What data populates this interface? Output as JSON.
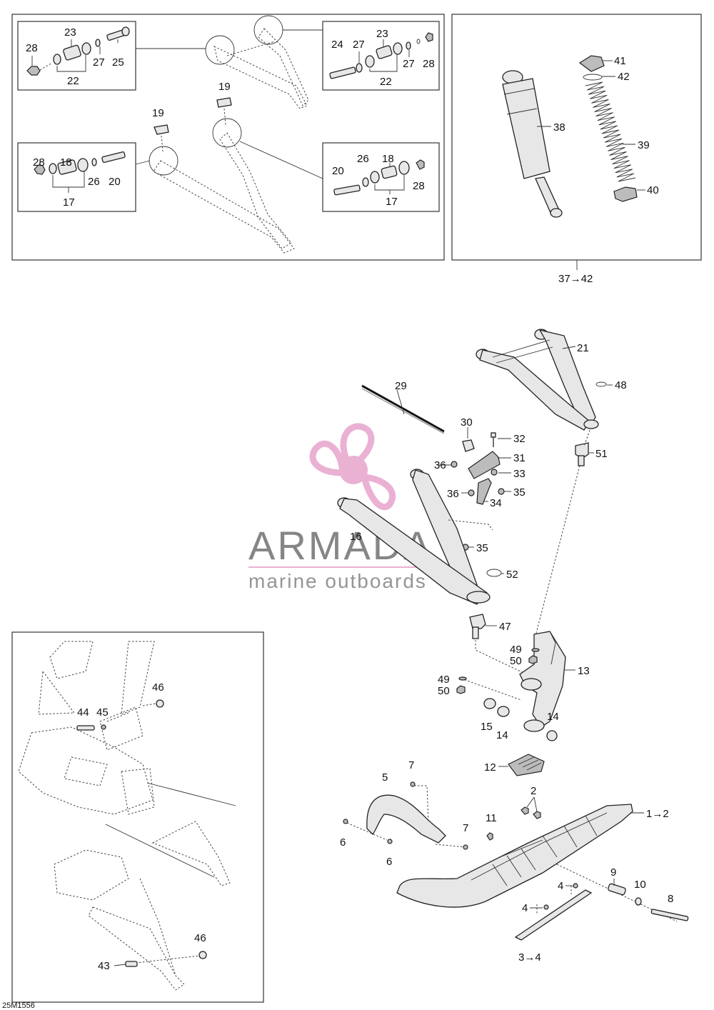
{
  "callouts": {
    "c1_2": "1→2",
    "c2": "2",
    "c3_4": "3→4",
    "c4a": "4",
    "c4b": "4",
    "c5": "5",
    "c6a": "6",
    "c6b": "6",
    "c7a": "7",
    "c7b": "7",
    "c8": "8",
    "c9": "9",
    "c10": "10",
    "c11": "11",
    "c12": "12",
    "c13": "13",
    "c14a": "14",
    "c14b": "14",
    "c15": "15",
    "c16": "16",
    "c17a": "17",
    "c17b": "17",
    "c18a": "18",
    "c18b": "18",
    "c19a": "19",
    "c19b": "19",
    "c20a": "20",
    "c20b": "20",
    "c21": "21",
    "c22a": "22",
    "c22b": "22",
    "c23a": "23",
    "c23b": "23",
    "c24": "24",
    "c25": "25",
    "c26a": "26",
    "c26b": "26",
    "c27a": "27",
    "c27b": "27",
    "c28a": "28",
    "c28b": "28",
    "c28c": "28",
    "c28d": "28",
    "c29": "29",
    "c30": "30",
    "c31": "31",
    "c32": "32",
    "c33": "33",
    "c34": "34",
    "c35a": "35",
    "c35b": "35",
    "c36a": "36",
    "c36b": "36",
    "c37_42": "37→42",
    "c38": "38",
    "c39": "39",
    "c40": "40",
    "c41": "41",
    "c42": "42",
    "c43": "43",
    "c44": "44",
    "c45": "45",
    "c46a": "46",
    "c46b": "46",
    "c47": "47",
    "c48": "48",
    "c49a": "49",
    "c49b": "49",
    "c50a": "50",
    "c50b": "50",
    "c51": "51",
    "c52": "52"
  },
  "watermark": {
    "brand": "ARMADA",
    "tagline": "marine outboards",
    "logo_icon": "propeller-logo-icon",
    "logo_color": "#e8a9cf",
    "text_color": "#7a7a7a"
  },
  "figure_code": "25M1556"
}
